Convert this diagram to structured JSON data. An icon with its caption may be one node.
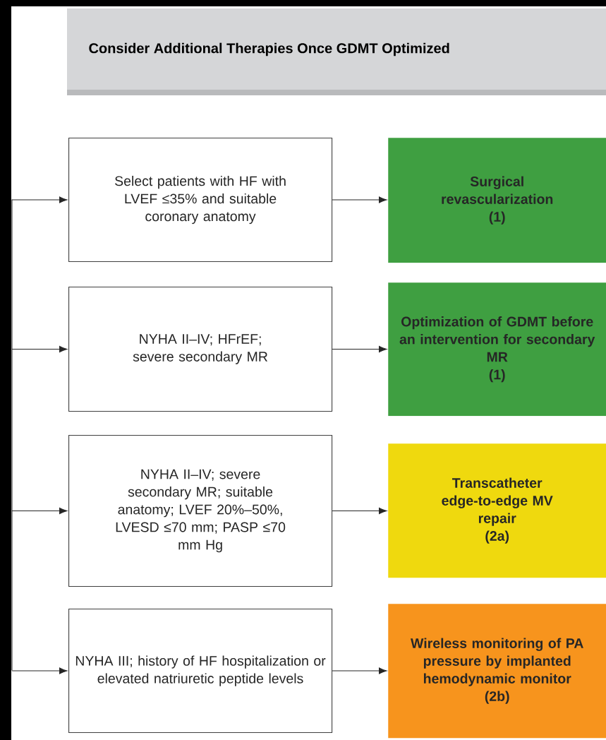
{
  "diagram": {
    "title": "Consider Additional Therapies Once GDMT Optimized",
    "nodes": [
      {
        "text": [
          "Select patients with HF with LVEF ≤35% and suitable coronary anatomy"
        ]
      },
      {
        "text": [
          "Surgical revascularization",
          "(1)"
        ]
      },
      {
        "text": [
          "NYHA II–IV; HFrEF; severe secondary MR"
        ]
      },
      {
        "text": [
          "Optimization of GDMT before an intervention for secondary MR",
          "(1)"
        ]
      },
      {
        "text": [
          "NYHA II–IV; severe secondary MR; suitable anatomy; LVEF 20%–50%, LVESD ≤70 mm; PASP ≤70 mm Hg"
        ]
      },
      {
        "text": [
          "Transcatheter edge-to-edge MV repair",
          "(2a)"
        ]
      },
      {
        "text": [
          "NYHA III; history of HF hospitalization or elevated natriuretic peptide levels"
        ]
      },
      {
        "text": [
          "Wireless monitoring of PA pressure by implanted hemodynamic monitor",
          "(2b)"
        ]
      }
    ],
    "edges": [
      {
        "from": null,
        "to": 0,
        "arrow": "to"
      },
      {
        "from": null,
        "to": 2,
        "arrow": "to"
      },
      {
        "from": null,
        "to": 4,
        "arrow": "to"
      },
      {
        "from": null,
        "to": 6,
        "arrow": "to"
      },
      {
        "from": 0,
        "to": 1,
        "arrow": "to"
      },
      {
        "from": 2,
        "to": 3,
        "arrow": "to"
      },
      {
        "from": 4,
        "to": 5,
        "arrow": "to"
      },
      {
        "from": 6,
        "to": 7,
        "arrow": "to"
      }
    ]
  }
}
